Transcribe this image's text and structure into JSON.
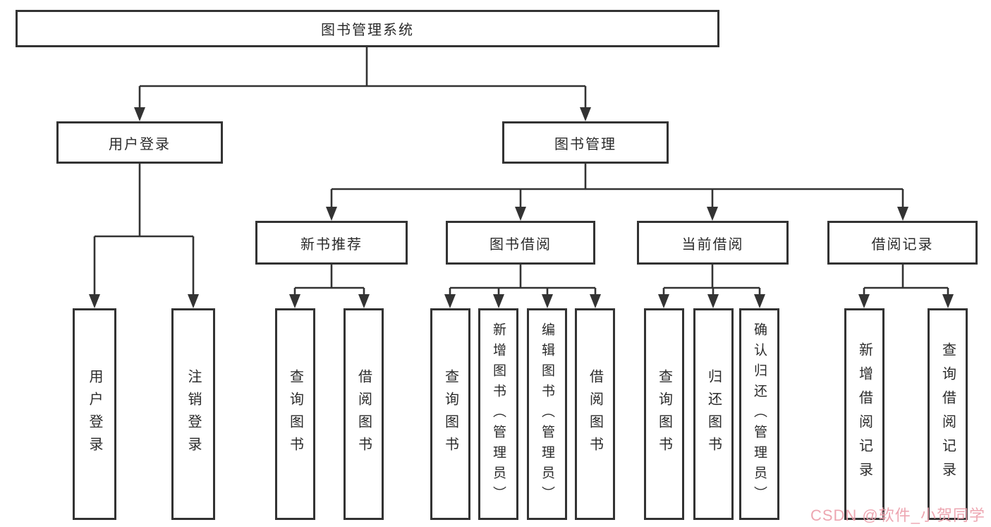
{
  "diagram_title": "图书管理系统",
  "colors": {
    "line": "#333333",
    "box_border": "#333333",
    "box_background": "#ffffff",
    "text": "#2b2b2b",
    "watermark": "#eb9eaa"
  },
  "nodes": {
    "root": {
      "label": "图书管理系统"
    },
    "user_login_group": {
      "label": "用户登录"
    },
    "book_management": {
      "label": "图书管理"
    },
    "new_book_rec": {
      "label": "新书推荐"
    },
    "book_borrow": {
      "label": "图书借阅"
    },
    "current_borrow": {
      "label": "当前借阅"
    },
    "borrow_records": {
      "label": "借阅记录"
    },
    "leaf_user_login": {
      "label": "用户登录",
      "parent": "用户登录"
    },
    "leaf_logout": {
      "label": "注销登录",
      "parent": "用户登录"
    },
    "leaf_query_book_1": {
      "label": "查询图书",
      "parent": "新书推荐"
    },
    "leaf_borrow_book_1": {
      "label": "借阅图书",
      "parent": "新书推荐"
    },
    "leaf_query_book_2": {
      "label": "查询图书",
      "parent": "图书借阅"
    },
    "leaf_add_book": {
      "label": "新增图书（管理员）",
      "parent": "图书借阅"
    },
    "leaf_edit_book": {
      "label": "编辑图书（管理员）",
      "parent": "图书借阅"
    },
    "leaf_borrow_book_2": {
      "label": "借阅图书",
      "parent": "图书借阅"
    },
    "leaf_query_book_3": {
      "label": "查询图书",
      "parent": "当前借阅"
    },
    "leaf_return_book": {
      "label": "归还图书",
      "parent": "当前借阅"
    },
    "leaf_confirm_return": {
      "label": "确认归还（管理员）",
      "parent": "当前借阅"
    },
    "leaf_add_record": {
      "label": "新增借阅记录",
      "parent": "借阅记录"
    },
    "leaf_query_record": {
      "label": "查询借阅记录",
      "parent": "借阅记录"
    }
  },
  "watermark": {
    "text": "CSDN @软件_小贺同学"
  }
}
